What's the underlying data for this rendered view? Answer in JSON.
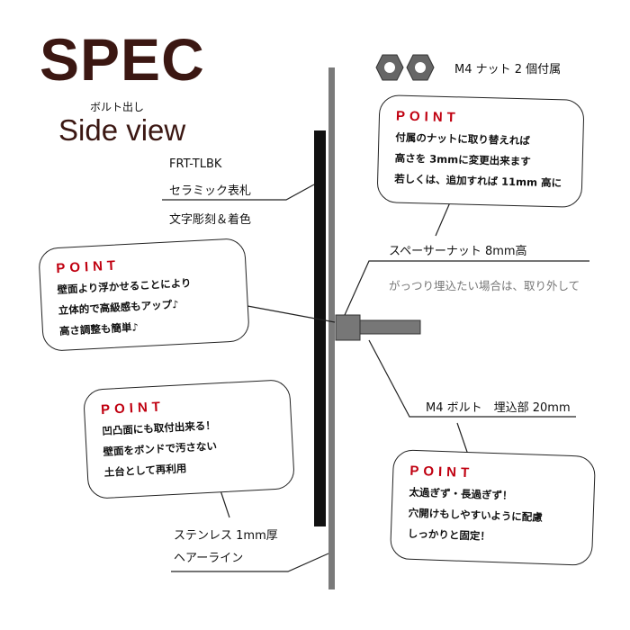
{
  "title": "SPEC",
  "subtitle_small": "ボルト出し",
  "subtitle": "Side view",
  "nut_label": "M4 ナット 2 個付属",
  "plate": {
    "model": "FRT-TLBK",
    "material": "セラミック表札",
    "finish": "文字彫刻＆着色"
  },
  "spacer": {
    "label": "スペーサーナット 8mm高",
    "note": "がっつり埋込たい場合は、取り外して"
  },
  "bolt_label": "M4 ボルト　埋込部 20mm",
  "base": {
    "line1": "ステンレス 1mm厚",
    "line2": "ヘアーライン"
  },
  "points": [
    {
      "heading": "POINT",
      "lines": [
        "付属のナットに取り替えれば",
        "高さを 3mmに変更出来ます",
        "若しくは、追加すれば 11mm 高に"
      ]
    },
    {
      "heading": "POINT",
      "lines": [
        "壁面より浮かせることにより",
        "立体的で高級感もアップ♪",
        "高さ調整も簡単♪"
      ]
    },
    {
      "heading": "POINT",
      "lines": [
        "凹凸面にも取付出来る！",
        "壁面をボンドで汚さない",
        "土台として再利用"
      ]
    },
    {
      "heading": "POINT",
      "lines": [
        "太過ぎず・長過ぎず！",
        "穴開けもしやすいように配慮",
        "しっかりと固定！"
      ]
    }
  ],
  "colors": {
    "title": "#3b1712",
    "point": "#c00010",
    "wall": "#7a7a7a",
    "plate": "#111111"
  }
}
